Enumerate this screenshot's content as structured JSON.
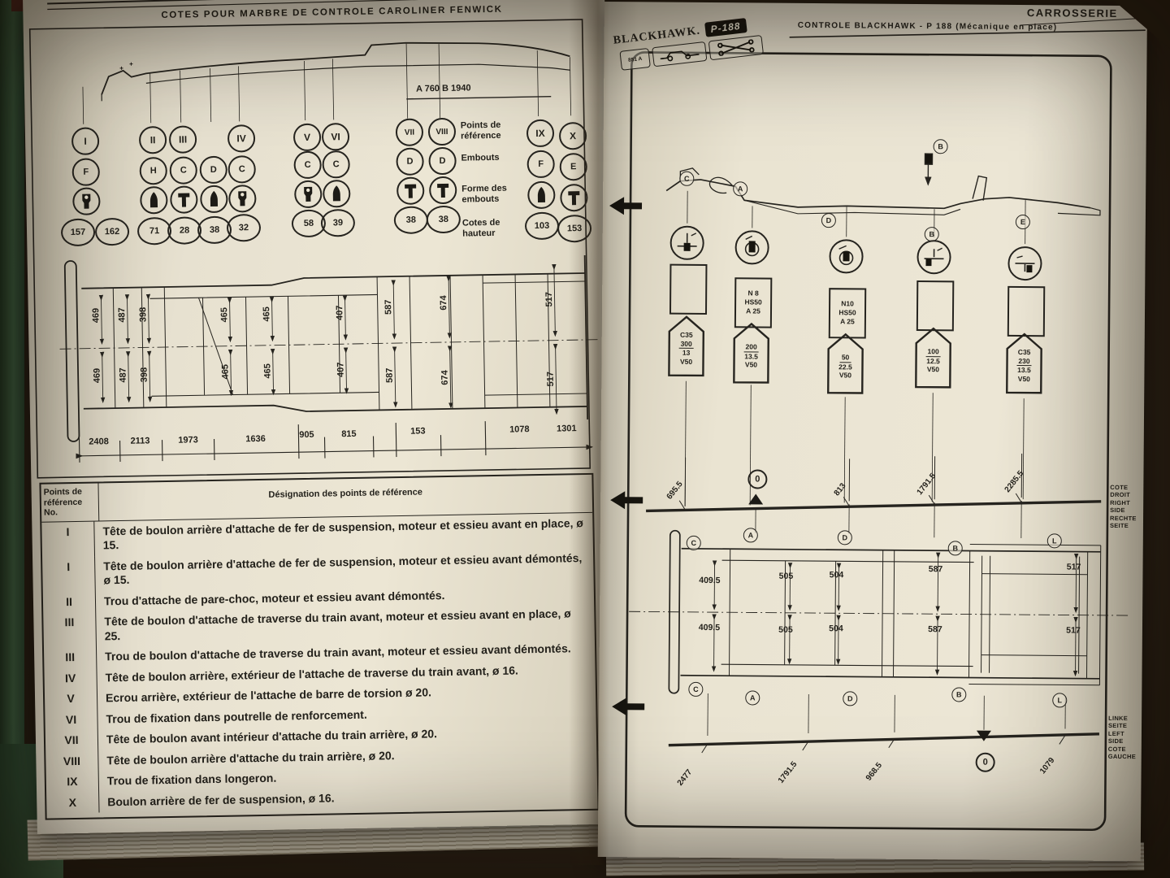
{
  "left_page": {
    "title": "COTES POUR MARBRE DE CONTROLE CAROLINER FENWICK",
    "side_label": "A 760   B 1940",
    "legend": [
      "Points de référence",
      "Embouts",
      "Forme des embouts",
      "Cotes de hauteur"
    ],
    "ref_columns": [
      {
        "ref": "I",
        "embout": "F",
        "shape": "plug",
        "height": "157",
        "height2": "162"
      },
      {
        "ref": "II",
        "embout": "H",
        "shape": "bullet",
        "height": "71"
      },
      {
        "ref": "III",
        "embout": "C",
        "shape": "tee",
        "height": "28"
      },
      {
        "ref": "",
        "embout": "D",
        "shape": "bullet",
        "height": "38"
      },
      {
        "ref": "IV",
        "embout": "C",
        "shape": "plug",
        "height": "32"
      },
      {
        "ref": "V",
        "embout": "C",
        "shape": "plug",
        "height": "58"
      },
      {
        "ref": "VI",
        "embout": "C",
        "shape": "bullet",
        "height": "39"
      },
      {
        "ref": "VII",
        "embout": "D",
        "shape": "tee",
        "height": "38"
      },
      {
        "ref": "VIII",
        "embout": "D",
        "shape": "tee",
        "height": "38"
      },
      {
        "ref": "IX",
        "embout": "F",
        "shape": "bullet",
        "height": "103"
      },
      {
        "ref": "X",
        "embout": "E",
        "shape": "tee",
        "height": "153"
      }
    ],
    "plan_dims_top": [
      "469",
      "487",
      "398",
      "465",
      "465",
      "407",
      "587",
      "674",
      "517"
    ],
    "plan_dims_bottom": [
      "469",
      "487",
      "398",
      "465",
      "465",
      "407",
      "587",
      "674",
      "517"
    ],
    "bottom_dims": [
      "2408",
      "2113",
      "1973",
      "1636",
      "905",
      "815",
      "153",
      "1078",
      "1301"
    ],
    "table": {
      "col1_header": "Points de référence No.",
      "col2_header": "Désignation des points de référence",
      "rows": [
        {
          "no": "I",
          "text": "Tête de boulon arrière d'attache de fer de suspension, moteur et essieu avant en place, ø 15."
        },
        {
          "no": "I",
          "text": "Tête de boulon arrière d'attache de fer de suspension, moteur et essieu avant démontés, ø 15."
        },
        {
          "no": "II",
          "text": "Trou d'attache de pare-choc, moteur et essieu avant démontés."
        },
        {
          "no": "III",
          "text": "Tête de boulon d'attache de traverse du train avant, moteur et essieu avant en place, ø 25."
        },
        {
          "no": "III",
          "text": "Trou de boulon d'attache de traverse du train avant, moteur et essieu avant démontés."
        },
        {
          "no": "IV",
          "text": "Tête de boulon arrière, extérieur de l'attache de traverse du train avant, ø 16."
        },
        {
          "no": "V",
          "text": "Ecrou arrière, extérieur de l'attache de barre de torsion ø 20."
        },
        {
          "no": "VI",
          "text": "Trou de fixation dans poutrelle de renforcement."
        },
        {
          "no": "VII",
          "text": "Tête de boulon avant intérieur d'attache du train arrière, ø 20."
        },
        {
          "no": "VIII",
          "text": "Tête de boulon arrière d'attache du train arrière, ø 20."
        },
        {
          "no": "IX",
          "text": "Trou de fixation dans longeron."
        },
        {
          "no": "X",
          "text": "Boulon arrière de fer de suspension, ø 16."
        }
      ]
    }
  },
  "right_page": {
    "header": "CONTROLE BLACKHAWK - P 188  (Mécanique en place)",
    "corner": "CARROSSERIE",
    "logo": {
      "brand": "BLACKHAWK.",
      "model": "P-188",
      "sub": "851 A"
    },
    "side_letters": [
      "C",
      "A",
      "D",
      "B",
      "E"
    ],
    "bolt_letter": "B",
    "tool_columns": [
      {
        "box": [],
        "tag": [
          "C35",
          "300",
          "13",
          "V50"
        ]
      },
      {
        "box": [
          "N 8",
          "HS50",
          "A 25"
        ],
        "tag": [
          "200",
          "13.5",
          "V50"
        ]
      },
      {
        "box": [
          "N10",
          "HS50",
          "A 25"
        ],
        "tag": [
          "50",
          "22.5",
          "V50"
        ]
      },
      {
        "box": [],
        "tag": [
          "100",
          "12.5",
          "V50"
        ]
      },
      {
        "box": [],
        "tag": [
          "C35",
          "230",
          "13.5",
          "V50"
        ]
      }
    ],
    "upper_datum": {
      "labels": [
        "695.5",
        "0",
        "813",
        "1791.5",
        "2285.5"
      ],
      "side": [
        "COTE DROIT",
        "RIGHT SIDE",
        "RECHTE SEITE"
      ]
    },
    "plan": {
      "dims_top": [
        "409.5",
        "505",
        "504",
        "587",
        "517"
      ],
      "dims_bottom": [
        "409.5",
        "505",
        "504",
        "587",
        "517"
      ],
      "letters_top": [
        "C",
        "A",
        "D",
        "B",
        "L"
      ],
      "letters_bottom": [
        "C",
        "A",
        "D",
        "B",
        "L"
      ]
    },
    "lower_datum": {
      "labels": [
        "2477",
        "1791.5",
        "968.5",
        "0",
        "1079"
      ],
      "side": [
        "LINKE SEITE",
        "LEFT SIDE",
        "COTE GAUCHE"
      ]
    }
  }
}
